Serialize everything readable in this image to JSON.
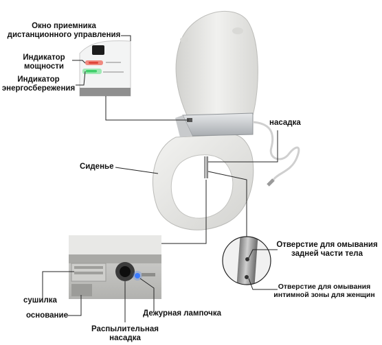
{
  "labels": {
    "remote_window": [
      "Окно приемника",
      "дистанционного управления"
    ],
    "power_indicator": [
      "Индикатор",
      "мощности"
    ],
    "energy_indicator": [
      "Индикатор",
      "энергосбережения"
    ],
    "nozzle": "насадка",
    "seat": "Сиденье",
    "rear_wash_hole": [
      "Отверстие для омывания",
      "задней части тела"
    ],
    "feminine_wash_hole": [
      "Отверстие для омывания",
      "интимной зоны для женщин"
    ],
    "dryer": "сушилка",
    "base": "основание",
    "night_light": "Дежурная лампочка",
    "spray_nozzle": [
      "Распылительная",
      "насадка"
    ]
  },
  "colors": {
    "seat": "#e9e9e7",
    "seat_shadow": "#c9c9c6",
    "panel": "#d4d6d8",
    "power_led": "#e0463a",
    "energy_led": "#3fcf6a",
    "night_light": "#3b7bff",
    "line": "#222222"
  }
}
